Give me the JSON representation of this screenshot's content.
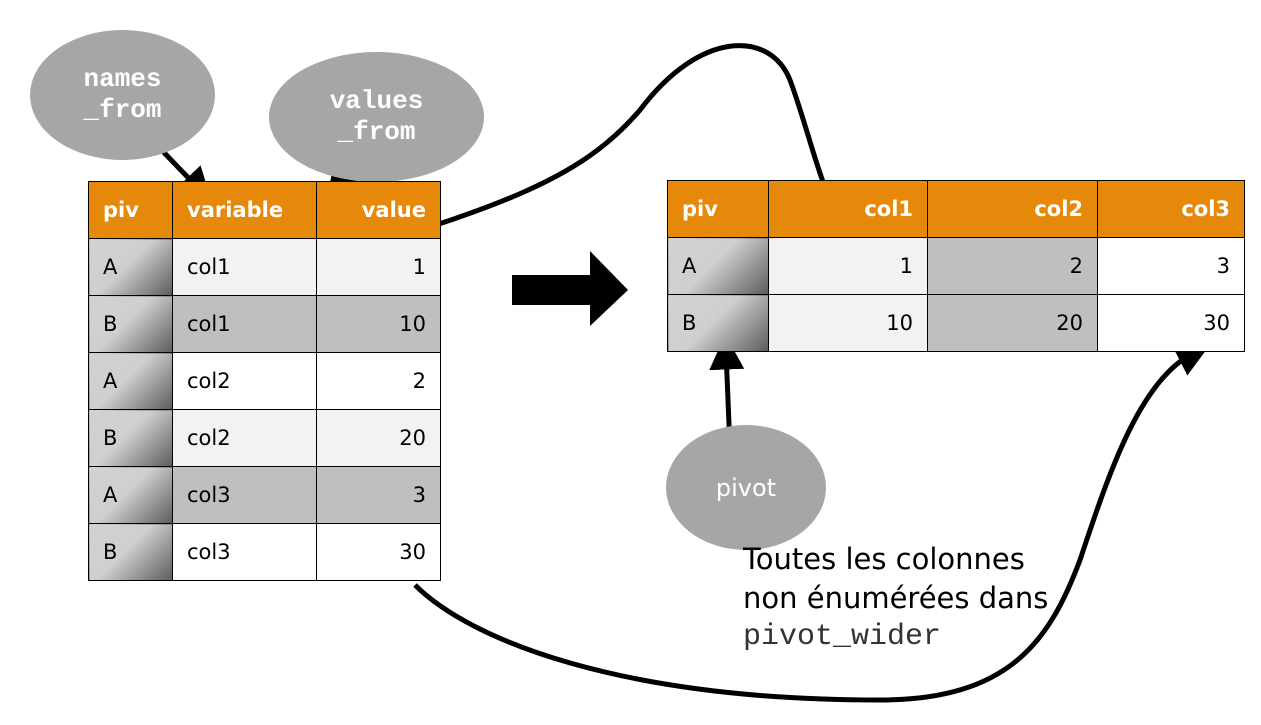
{
  "bubbles": {
    "names_from": "names\n_from",
    "values_from": "values\n_from",
    "pivot": "pivot"
  },
  "left_table": {
    "headers": [
      "piv",
      "variable",
      "value"
    ],
    "rows": [
      [
        "A",
        "col1",
        "1"
      ],
      [
        "B",
        "col1",
        "10"
      ],
      [
        "A",
        "col2",
        "2"
      ],
      [
        "B",
        "col2",
        "20"
      ],
      [
        "A",
        "col3",
        "3"
      ],
      [
        "B",
        "col3",
        "30"
      ]
    ]
  },
  "right_table": {
    "headers": [
      "piv",
      "col1",
      "col2",
      "col3"
    ],
    "rows": [
      [
        "A",
        "1",
        "2",
        "3"
      ],
      [
        "B",
        "10",
        "20",
        "30"
      ]
    ]
  },
  "note": {
    "line1": "Toutes les colonnes",
    "line2": "non énumérées dans",
    "code": "pivot_wider"
  }
}
